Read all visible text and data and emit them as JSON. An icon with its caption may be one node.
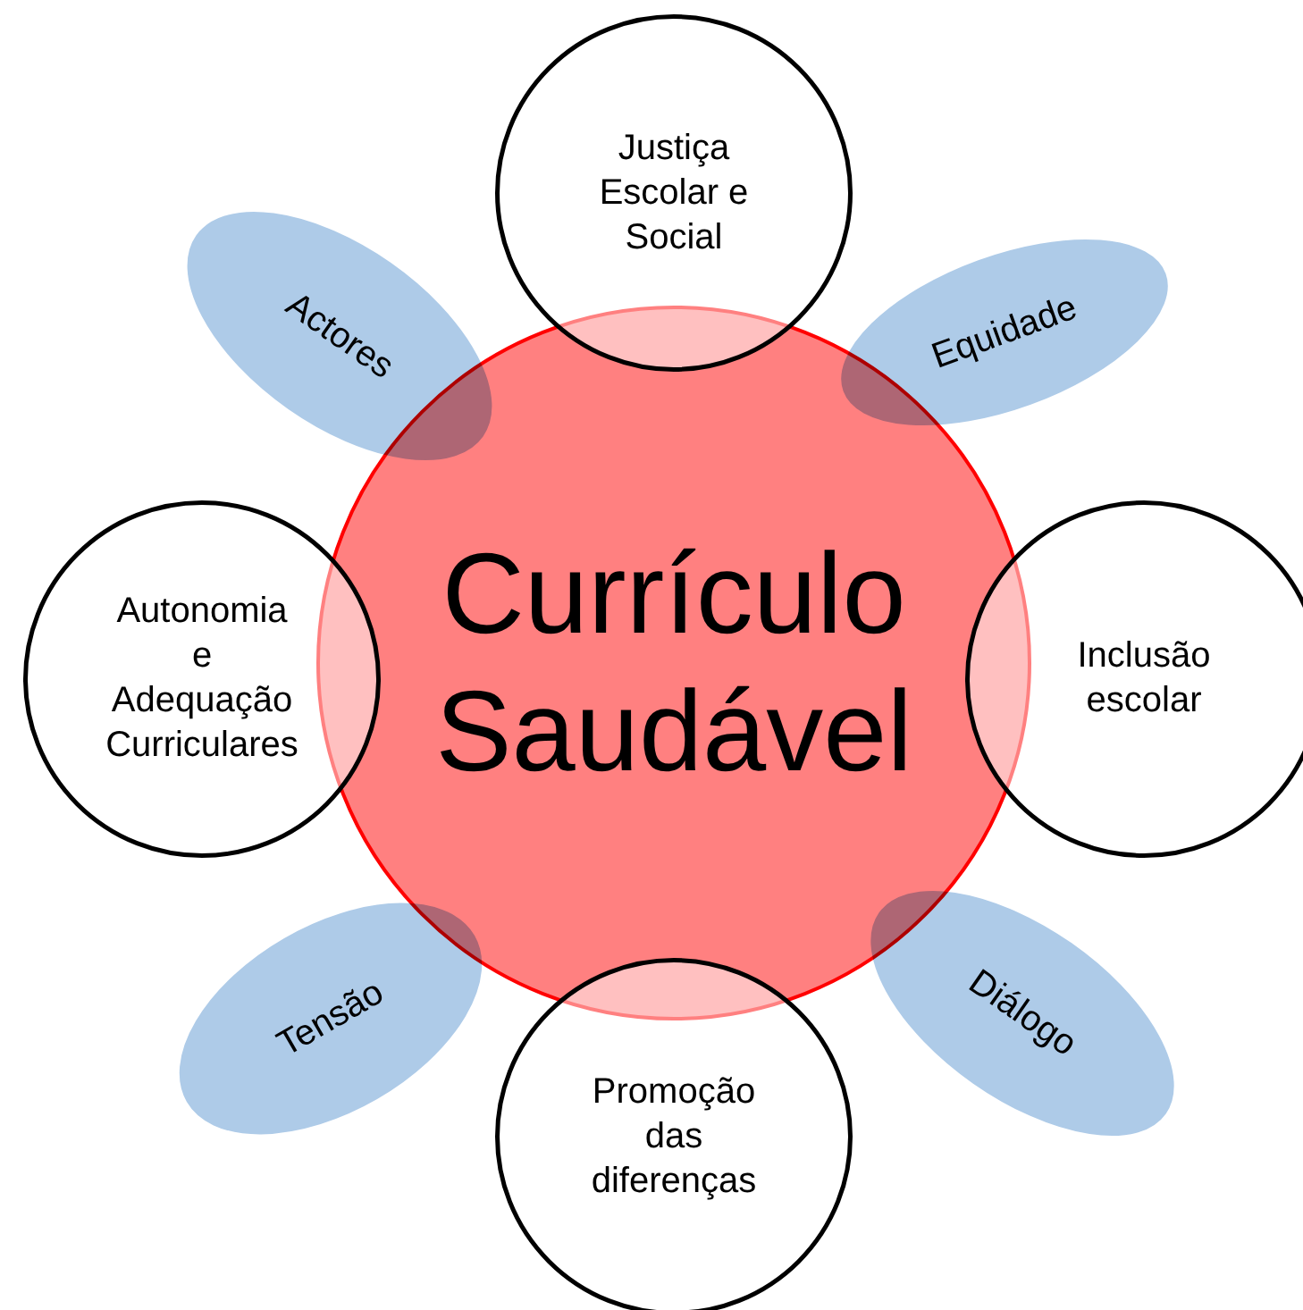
{
  "diagram": {
    "nodes": [
      {
        "text": [
          "Justiça Escolar e Social"
        ]
      },
      {
        "text": [
          "Actores"
        ]
      },
      {
        "text": [
          "Equidade"
        ]
      },
      {
        "text": [
          "Autonomia e Adequação Curriculares"
        ]
      },
      {
        "text": [
          "Currículo Saudável"
        ]
      },
      {
        "text": [
          "Inclusão escolar"
        ]
      },
      {
        "text": [
          "Tensão"
        ]
      },
      {
        "text": [
          "Diálogo"
        ]
      },
      {
        "text": [
          "Promoção das diferenças"
        ]
      }
    ]
  }
}
